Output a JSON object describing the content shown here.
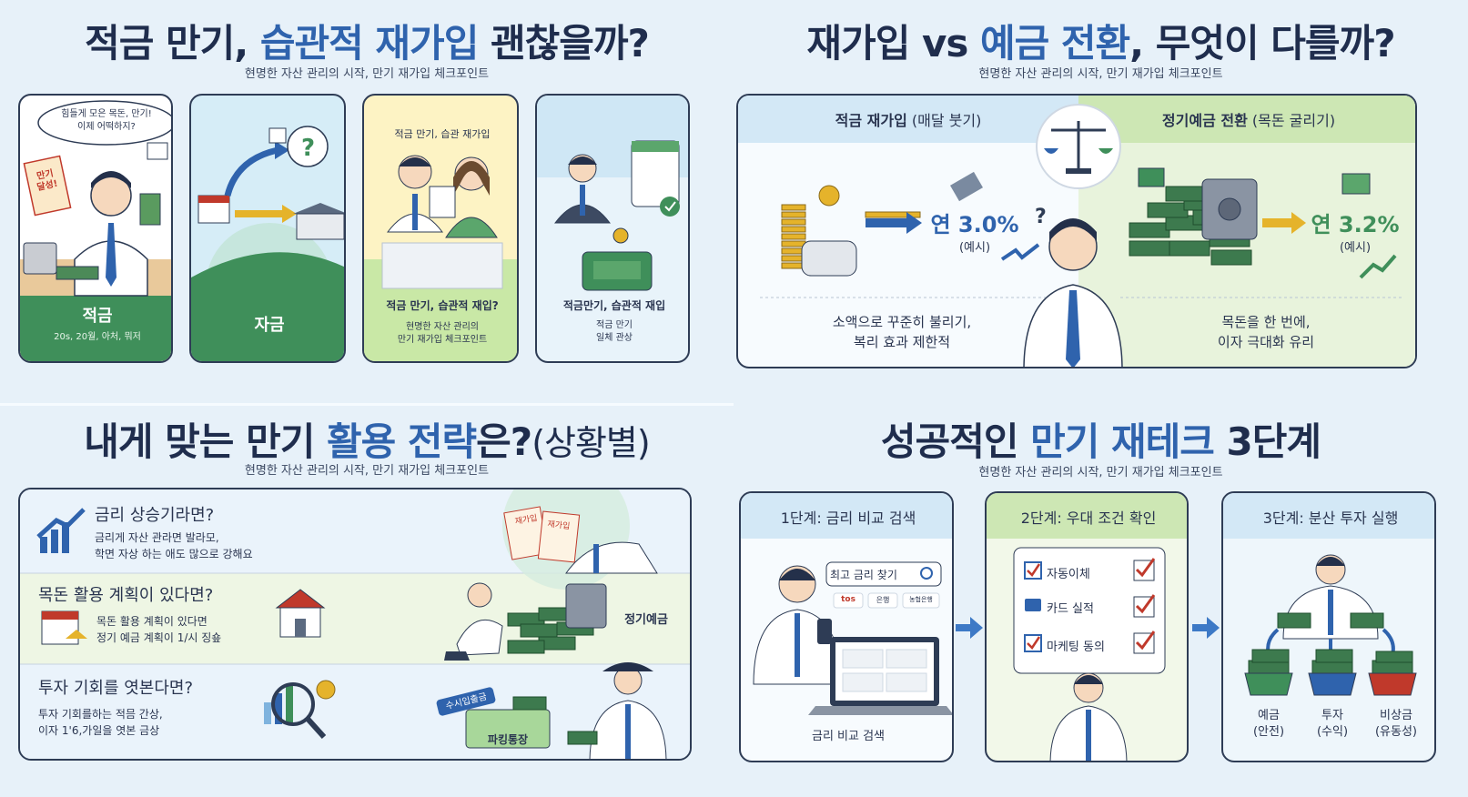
{
  "q1": {
    "title_a": "적금 만기, ",
    "title_b": "습관적 재가입",
    "title_c": " 괜찮을까?",
    "subtitle": "현명한 자산 관리의 시작, 만기 재가입 체크포인트",
    "card1": {
      "bubble_line1": "힘들게 모은 목돈, 만기!",
      "bubble_line2": "이제 어떡하지?",
      "badge_line1": "만기",
      "badge_line2": "달성!",
      "label": "적금",
      "caption": "20s, 20월, 아처, 뭐저"
    },
    "card2": {
      "label": "자금"
    },
    "card3": {
      "top": "적금 만기, 습관 재가입",
      "label": "적금 만기, 습관적 재입?",
      "caption_1": "현명한 자산 관리의",
      "caption_2": "만기 재가입 체크포인트"
    },
    "card4": {
      "label": "적금만기, 습관적 재입",
      "caption_1": "적금 만기",
      "caption_2": "일체 관상"
    }
  },
  "q2": {
    "title_a": "재가입 vs ",
    "title_b": "예금 전환",
    "title_c": ", 무엇이 다를까?",
    "subtitle": "현명한 자산 관리의 시작, 만기 재가입 체크포인트",
    "left": {
      "head_bold": "적금 재가입",
      "head_rest": " (매달 붓기)",
      "rate": "연 3.0%",
      "rate_note": "(예시)",
      "desc_1": "소액으로 꾸준히 불리기,",
      "desc_2": "복리 효과 제한적"
    },
    "right": {
      "head_bold": "정기예금 전환",
      "head_rest": " (목돈 굴리기)",
      "rate": "연 3.2%",
      "rate_note": "(예시)",
      "desc_1": "목돈을 한 번에,",
      "desc_2": "이자 극대화 유리"
    }
  },
  "q3": {
    "title_a": "내게 맞는 만기 ",
    "title_b": "활용 전략",
    "title_c": "은?",
    "title_d": "(상황별)",
    "subtitle": "현명한 자산 관리의 시작, 만기 재가입 체크포인트",
    "row1": {
      "head": "금리 상승기라면?",
      "desc_1": "금리게 자산 관라면 발라모,",
      "desc_2": "학면 자상 하는 애도 많으로 강해요",
      "doc_1": "재가입",
      "doc_2": "재가입"
    },
    "row2": {
      "head": "목돈 활용 계획이 있다면?",
      "desc_1": "목돈 활용 계획이 있다면",
      "desc_2": "정기 예금 계획이 1/시 징숖",
      "product": "정기예금"
    },
    "row3": {
      "head": "투자 기회를 엿본다면?",
      "desc_1": "투자 기회를하는 적믐 간상,",
      "desc_2": "이자 1'6,가일을 엿본 금상",
      "tag": "수시입출금",
      "account": "파킹통장"
    }
  },
  "q4": {
    "title_a": "성공적인 ",
    "title_b": "만기 재테크",
    "title_c": " 3단계",
    "subtitle": "현명한 자산 관리의 시작, 만기 재가입 체크포인트",
    "step1": {
      "head": "1단계: 금리 비교 검색",
      "search": "최고 금리 찾기",
      "caption": "금리 비교 검색",
      "bank_1": "tos",
      "bank_2": "은행",
      "bank_3": "농협은행"
    },
    "step2": {
      "head": "2단계: 우대 조건 확인",
      "check_1": "자동이체",
      "check_2": "카드 실적",
      "check_3": "마케팅 동의"
    },
    "step3": {
      "head": "3단계: 분산 투자 실행",
      "pot_1": "예금",
      "pot_1_sub": "(안전)",
      "pot_2": "투자",
      "pot_2_sub": "(수익)",
      "pot_3": "비상금",
      "pot_3_sub": "(유동성)"
    }
  },
  "colors": {
    "navy": "#1f2d4d",
    "blue": "#2f63ad",
    "green": "#3f8f5a",
    "money": "#3d7a4e",
    "bg": "#e7f1f9"
  }
}
